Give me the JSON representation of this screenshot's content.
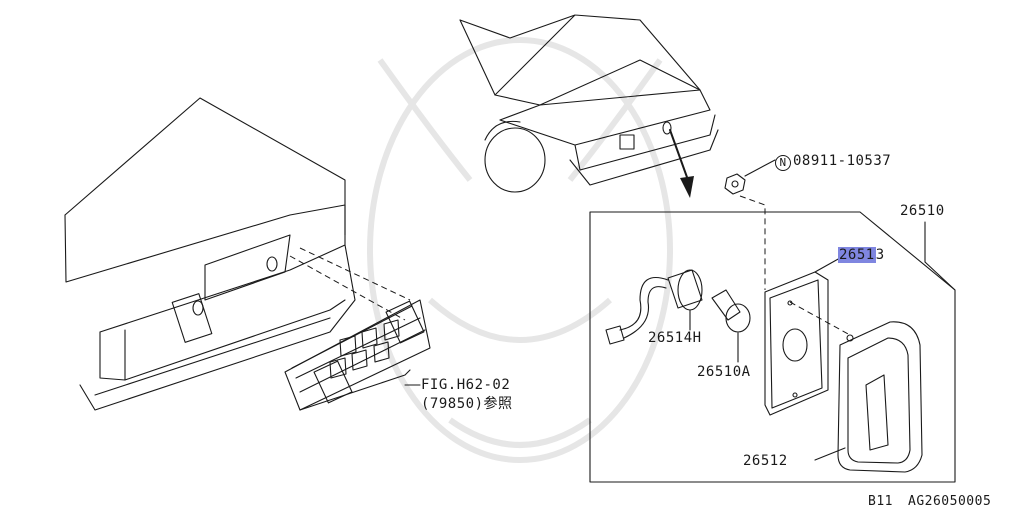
{
  "callouts": {
    "nut": "08911-10537",
    "nut_symbol": "N",
    "lamp_assembly": "26510",
    "gasket_highlight": "2651",
    "gasket_suffix": "3",
    "socket": "26514H",
    "bulb": "26510A",
    "lens": "26512",
    "fig_ref": "FIG.H62-02",
    "fig_sub": "(79850)参照"
  },
  "footer": {
    "page": "B11",
    "code": "AG26050005"
  },
  "colors": {
    "line": "#1a1a1a",
    "highlight": "#7f86e0",
    "watermark": "#e6e6e6"
  }
}
